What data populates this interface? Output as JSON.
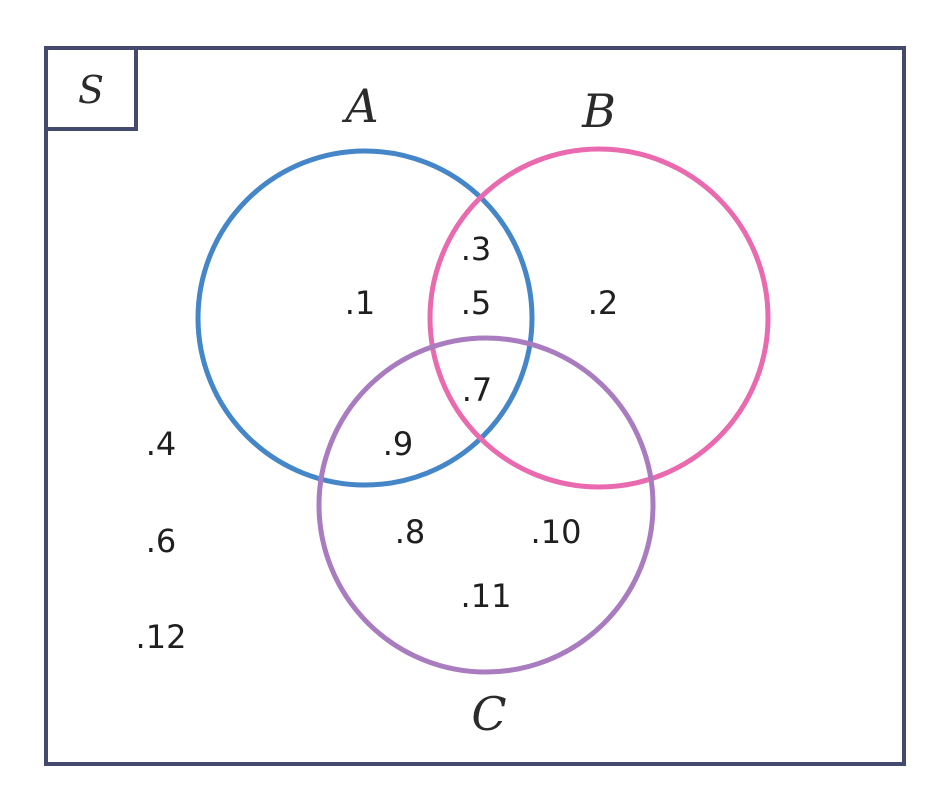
{
  "universe": {
    "label": "S",
    "stroke": "#444a6e"
  },
  "sets": {
    "A": {
      "label": "A",
      "stroke": "#4486c8"
    },
    "B": {
      "label": "B",
      "stroke": "#e96aae"
    },
    "C": {
      "label": "C",
      "stroke": "#a97cc0"
    }
  },
  "elements": {
    "a_only": ".1",
    "ab_only": ".3",
    "abc": ".5",
    "b_only": ".2",
    "bc_only": ".7",
    "ac_only": ".9",
    "c_only_1": ".8",
    "c_only_2": ".10",
    "c_only_3": ".11",
    "outside_1": ".4",
    "outside_2": ".6",
    "outside_3": ".12"
  }
}
